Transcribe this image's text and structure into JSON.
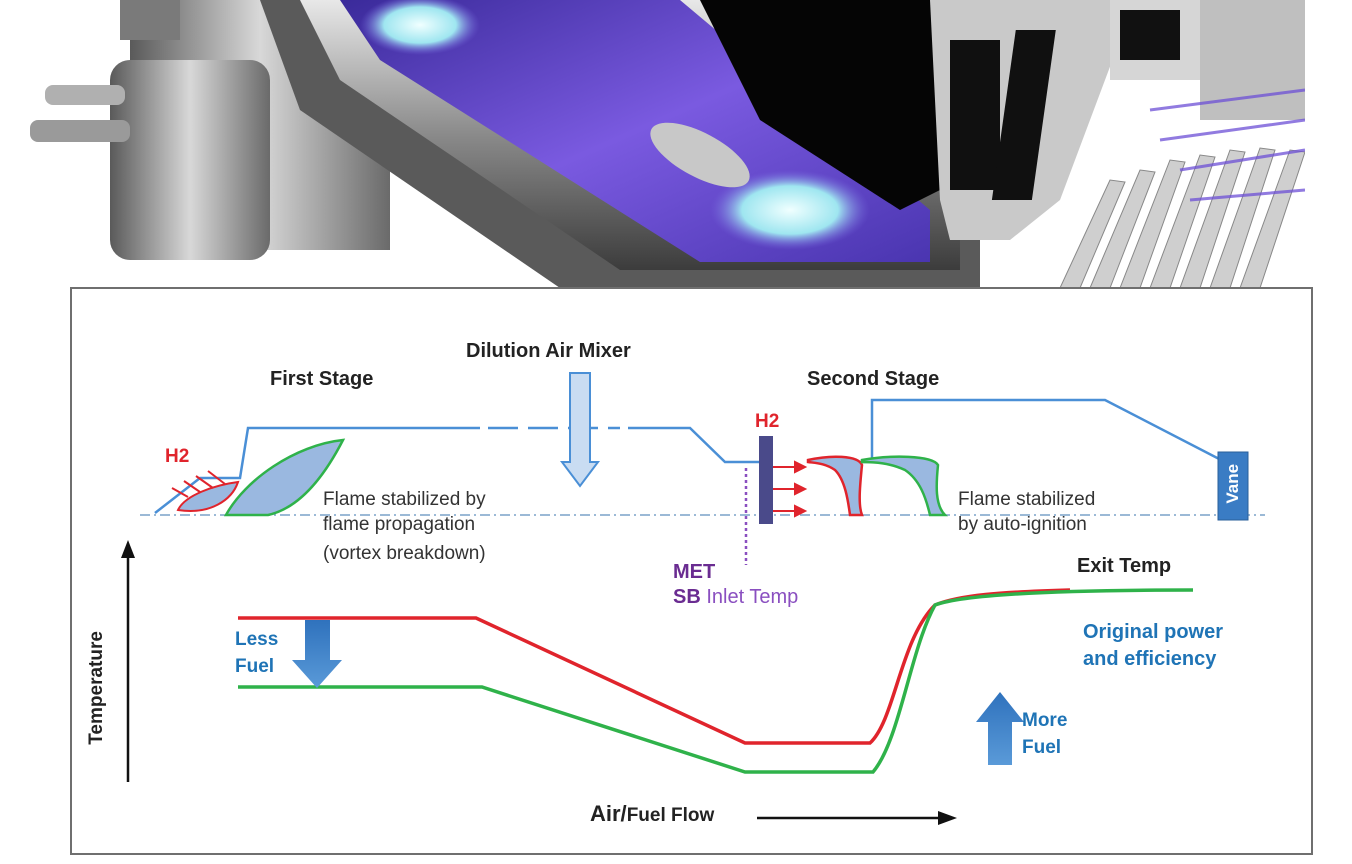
{
  "colors": {
    "air_line": "#4a8fd6",
    "red_curve": "#e0242c",
    "green_curve": "#2fb24a",
    "flame_fill": "#9ab8e0",
    "injector": "#4a4a8a",
    "arrow_blue": "#2f72bd",
    "met_purple": "#6a2c91",
    "photo_purple": "#6d4fd6"
  },
  "labels": {
    "first_stage": "First Stage",
    "dilution_air_mixer": "Dilution Air Mixer",
    "second_stage": "Second Stage",
    "h2_first": "H2",
    "h2_second": "H2",
    "flame_first": [
      "Flame stabilized by",
      "flame propagation",
      "(vortex breakdown)"
    ],
    "flame_second": [
      "Flame stabilized",
      "by auto-ignition"
    ],
    "vane": "Vane",
    "met": "MET",
    "sb": "SB",
    "inlet_temp": "Inlet Temp",
    "exit_temp": "Exit Temp",
    "less_fuel": [
      "Less",
      "Fuel"
    ],
    "more_fuel": [
      "More",
      "Fuel"
    ],
    "original_power": [
      "Original power",
      "and efficiency"
    ],
    "temperature": "Temperature",
    "air": "Air/",
    "fuel_flow": "Fuel Flow"
  }
}
